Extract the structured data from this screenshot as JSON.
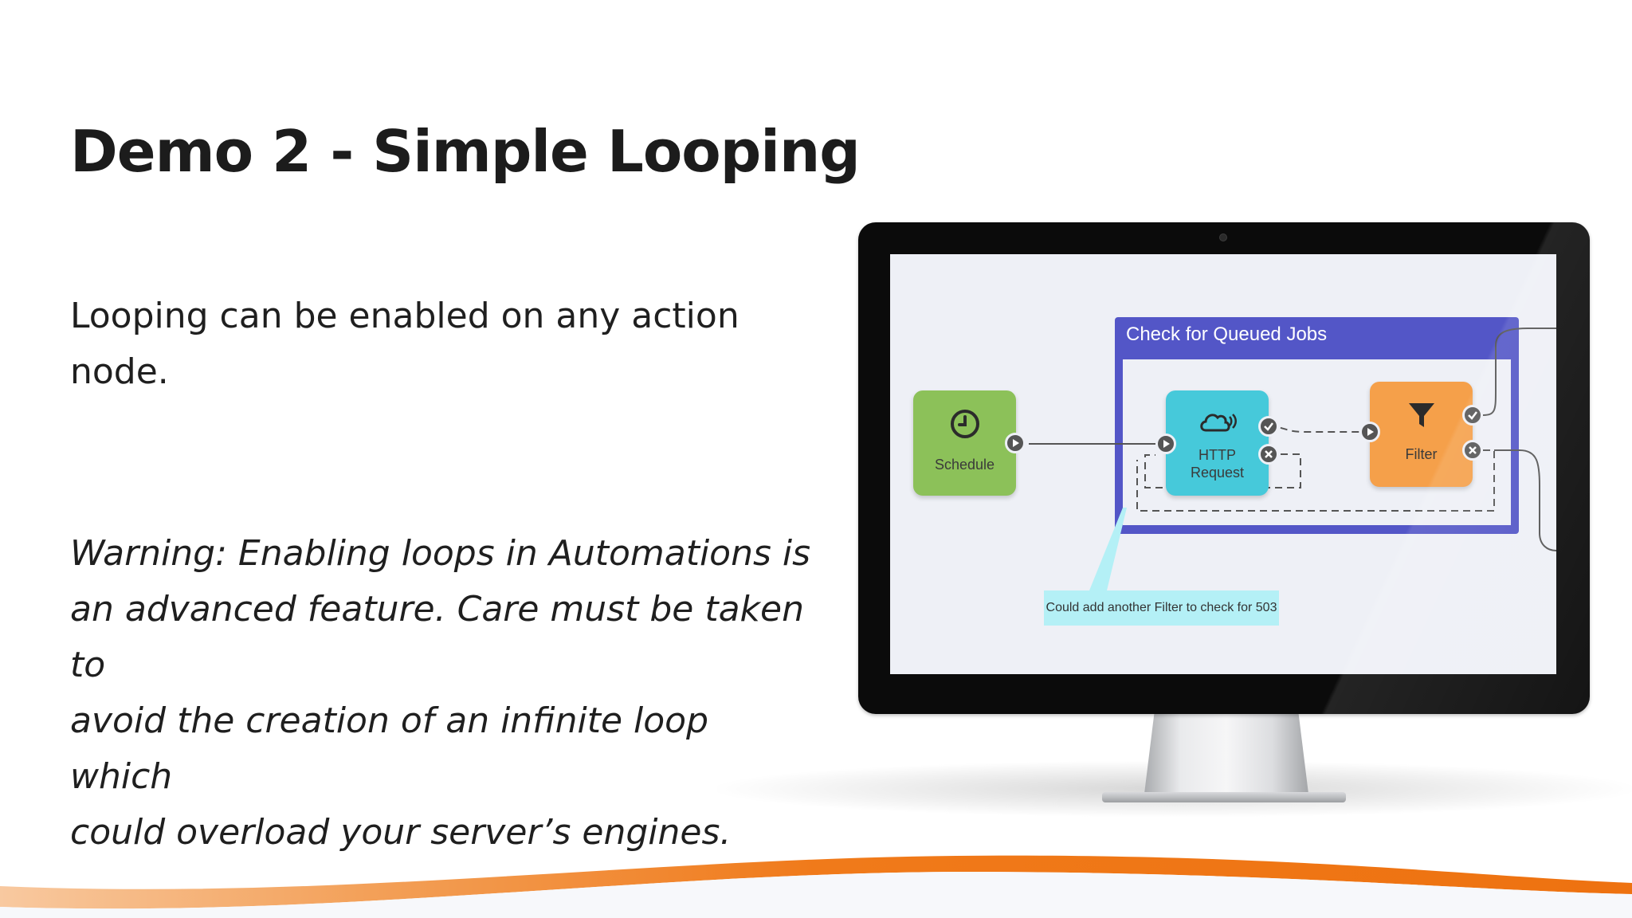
{
  "slide": {
    "title": "Demo 2 - Simple Looping",
    "body_lines": [
      "Looping can be enabled on any action",
      "node."
    ],
    "warning_lines": [
      "Warning: Enabling loops in Automations is",
      "an advanced feature. Care must be taken to",
      "avoid the creation of an infinite loop which",
      "could overload your server’s engines."
    ]
  },
  "flow": {
    "group_title": "Check for Queued Jobs",
    "nodes": [
      {
        "label": "Schedule",
        "icon": "clock-icon",
        "color": "#8cc159"
      },
      {
        "label_lines": [
          "HTTP",
          "Request"
        ],
        "icon": "cloud-wifi-icon",
        "color": "#46c9da"
      },
      {
        "label": "Filter",
        "icon": "funnel-icon",
        "color": "#f5a04a"
      }
    ],
    "callout": "Could add another Filter to check for 503",
    "group_color": "#5356c7"
  },
  "colors": {
    "accent_orange": "#f07a1a",
    "monitor_bezel": "#0b0b0b",
    "canvas_bg": "#eef0f6"
  }
}
